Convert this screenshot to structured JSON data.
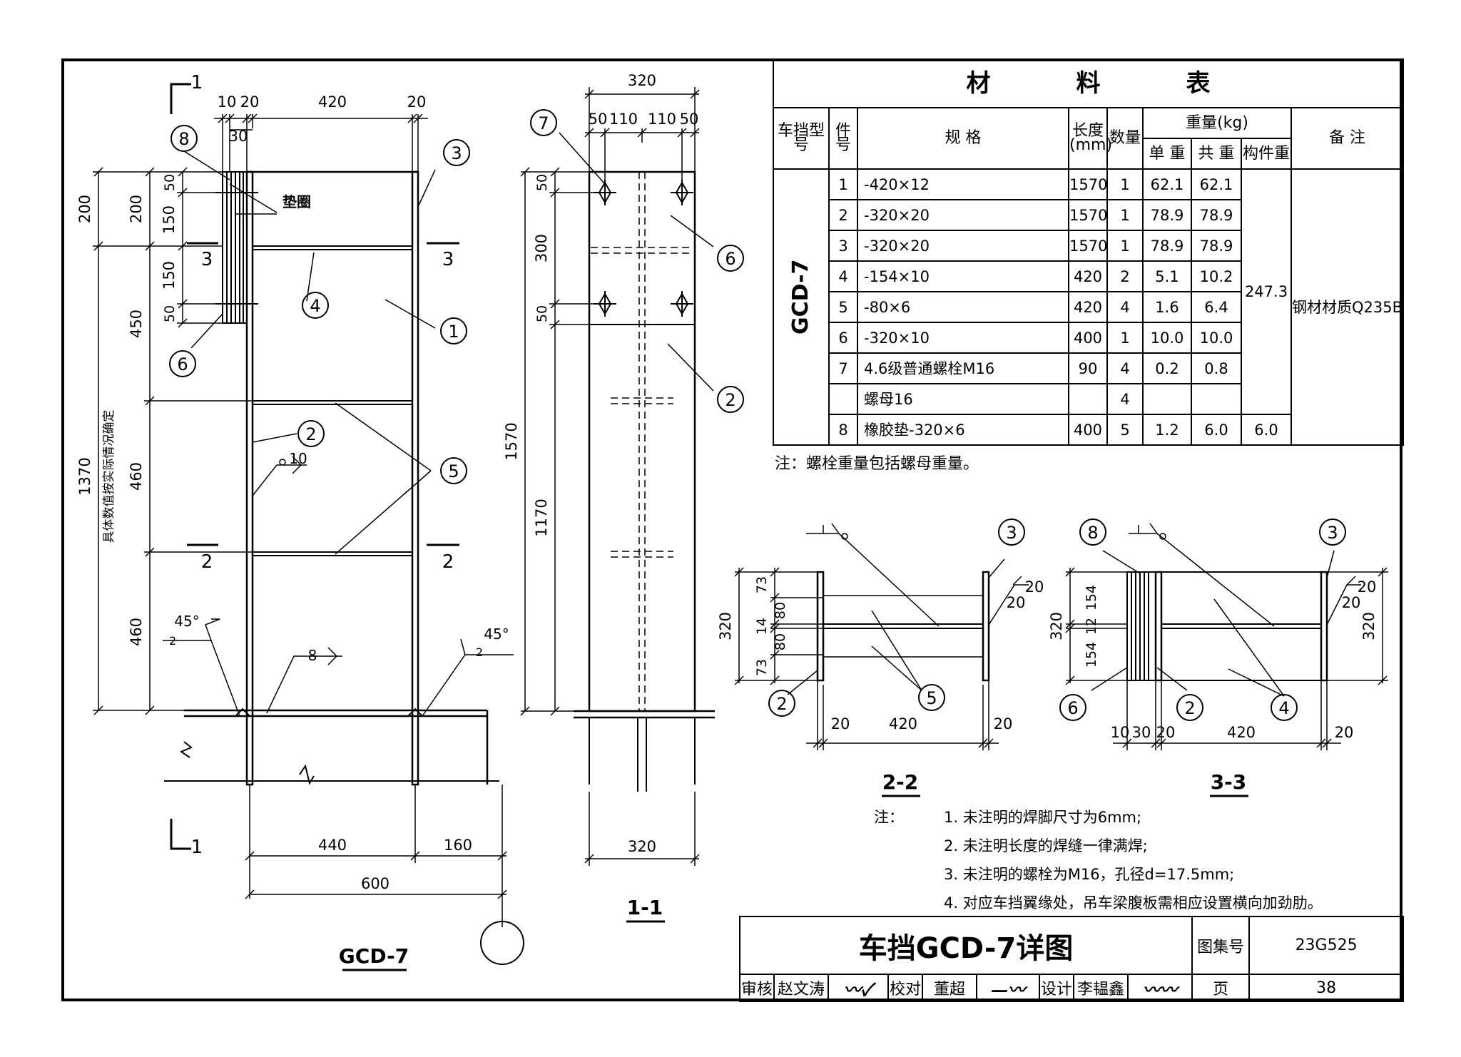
{
  "drawing": {
    "main_view_label": "GCD-7",
    "section_1_label": "1-1",
    "section_2_label": "2-2",
    "section_3_label": "3-3",
    "cut_marker": "1",
    "cut_2": "2",
    "cut_3": "3",
    "pad_label": "垫圈",
    "side_note": "具体数值按实际情况确定",
    "weld_45": "45°",
    "weld_2": "2",
    "weld_8": "8",
    "weld_10": "10",
    "part_1": "1",
    "part_2": "2",
    "part_3": "3",
    "part_4": "4",
    "part_5": "5",
    "part_6": "6",
    "part_7": "7",
    "part_8": "8",
    "dims_main": {
      "top_10": "10",
      "top_20a": "20",
      "top_30": "30",
      "top_420": "420",
      "top_20b": "20",
      "left_200a": "200",
      "left_200b": "200",
      "left_450": "450",
      "left_1370": "1370",
      "left_50a": "50",
      "left_150a": "150",
      "left_150b": "150",
      "left_50b": "50",
      "left_460a": "460",
      "left_460b": "460",
      "bot_440": "440",
      "bot_160": "160",
      "bot_600": "600"
    },
    "dims_s1": {
      "top_320": "320",
      "top_50a": "50",
      "top_110a": "110",
      "top_110b": "110",
      "top_50b": "50",
      "left_50a": "50",
      "left_300": "300",
      "left_50b": "50",
      "left_1570": "1570",
      "left_1170": "1170",
      "bot_320": "320"
    },
    "dims_s2": {
      "h_73a": "73",
      "h_80a": "80",
      "h_14": "14",
      "h_80b": "80",
      "h_73b": "73",
      "h_320": "320",
      "b_20a": "20",
      "b_420": "420",
      "b_20b": "20",
      "w_20a": "20",
      "w_20b": "20"
    },
    "dims_s3": {
      "h_154a": "154",
      "h_12": "12",
      "h_154b": "154",
      "h_320a": "320",
      "h_320b": "320",
      "b_10": "10",
      "b_30": "30",
      "b_20a": "20",
      "b_420": "420",
      "b_20b": "20",
      "w_20a": "20",
      "w_20b": "20"
    }
  },
  "material_table": {
    "title_chars": [
      "材",
      "料",
      "表"
    ],
    "headers": {
      "type": "车挡型号",
      "part": "件号",
      "spec": "规 格",
      "length": "长度(mm)",
      "qty": "数量",
      "weight": "重量(kg)",
      "unit": "单 重",
      "total": "共 重",
      "member": "构件重",
      "remark": "备 注"
    },
    "type_value": "GCD-7",
    "member_weight": "247.3",
    "member_weight_8": "6.0",
    "remark_value": "钢材材质Q235B",
    "rows": [
      {
        "no": "1",
        "spec": "-420×12",
        "length": "1570",
        "qty": "1",
        "unit": "62.1",
        "total": "62.1"
      },
      {
        "no": "2",
        "spec": "-320×20",
        "length": "1570",
        "qty": "1",
        "unit": "78.9",
        "total": "78.9"
      },
      {
        "no": "3",
        "spec": "-320×20",
        "length": "1570",
        "qty": "1",
        "unit": "78.9",
        "total": "78.9"
      },
      {
        "no": "4",
        "spec": "-154×10",
        "length": "420",
        "qty": "2",
        "unit": "5.1",
        "total": "10.2"
      },
      {
        "no": "5",
        "spec": "-80×6",
        "length": "420",
        "qty": "4",
        "unit": "1.6",
        "total": "6.4"
      },
      {
        "no": "6",
        "spec": "-320×10",
        "length": "400",
        "qty": "1",
        "unit": "10.0",
        "total": "10.0"
      },
      {
        "no": "7",
        "spec": "4.6级普通螺栓M16",
        "length": "90",
        "qty": "4",
        "unit": "0.2",
        "total": "0.8"
      },
      {
        "no": "",
        "spec": "螺母16",
        "length": "",
        "qty": "4",
        "unit": "",
        "total": ""
      },
      {
        "no": "8",
        "spec": "橡胶垫-320×6",
        "length": "400",
        "qty": "5",
        "unit": "1.2",
        "total": "6.0"
      }
    ]
  },
  "table_note": "注：螺栓重量包括螺母重量。",
  "notes": {
    "lead": "注：",
    "items": [
      "1. 未注明的焊脚尺寸为6mm;",
      "2. 未注明长度的焊缝一律满焊;",
      "3. 未注明的螺栓为M16，孔径d=17.5mm;",
      "4. 对应车挡翼缘处，吊车梁腹板需相应设置横向加劲肋。"
    ]
  },
  "title_block": {
    "title": "车挡GCD-7详图",
    "atlas_label": "图集号",
    "atlas_no": "23G525",
    "review_label": "审核",
    "reviewer": "赵文涛",
    "check_label": "校对",
    "checker": "董超",
    "design_label": "设计",
    "designer": "李韫鑫",
    "page_label": "页",
    "page_no": "38"
  }
}
